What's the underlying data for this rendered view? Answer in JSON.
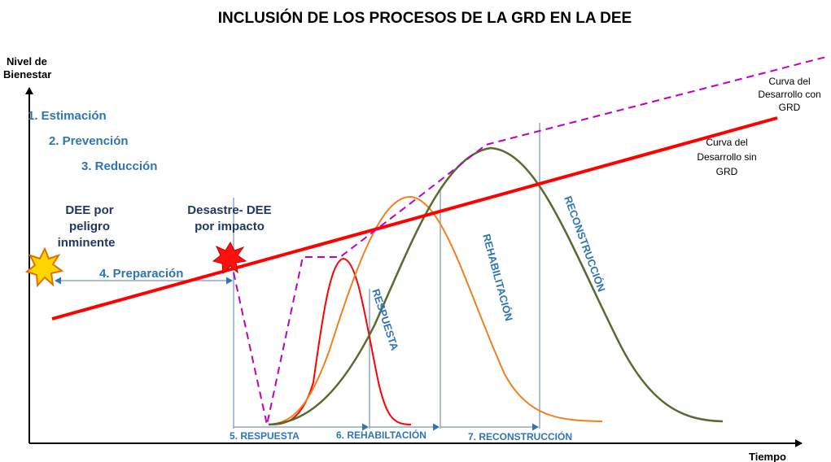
{
  "title": "INCLUSIÓN  DE LOS PROCESOS DE LA  GRD EN LA DEE",
  "y_axis_label": [
    "Nivel de",
    "Bienestar"
  ],
  "x_axis_label": "Tiempo",
  "steps": {
    "estimacion": "1. Estimación",
    "prevencion": "2. Prevención",
    "reduccion": "3. Reducción",
    "preparacion": "4. Preparación"
  },
  "events": {
    "dee_peligro": [
      "DEE por",
      "peligro",
      "inminente"
    ],
    "desastre": [
      "Desastre- DEE",
      "por impacto"
    ]
  },
  "curves": {
    "con_grd": [
      "Curva del",
      "Desarrollo con",
      "GRD"
    ],
    "sin_grd": [
      "Curva del",
      "Desarrollo sin",
      "GRD"
    ]
  },
  "phases": {
    "respuesta": "RESPUESTA",
    "rehabilitacion": "REHABILITACIÓN",
    "reconstruccion": "RECONSTRUCCIÓN"
  },
  "bottom": {
    "respuesta": "5. RESPUESTA",
    "rehabilitacion": "6. REHABILTACIÓN",
    "reconstruccion": "7. RECONSTRUCCIÓN"
  },
  "colors": {
    "sin_grd_line": "#ff0000",
    "con_grd_line": "#c000c0",
    "respuesta_curve": "#ff0000",
    "rehabilitacion_curve": "#f08020",
    "reconstruccion_curve": "#556b2f",
    "step_text": "#2e75b6",
    "event_text": "#1f3864",
    "guide_lines": "#8ea9c9"
  }
}
